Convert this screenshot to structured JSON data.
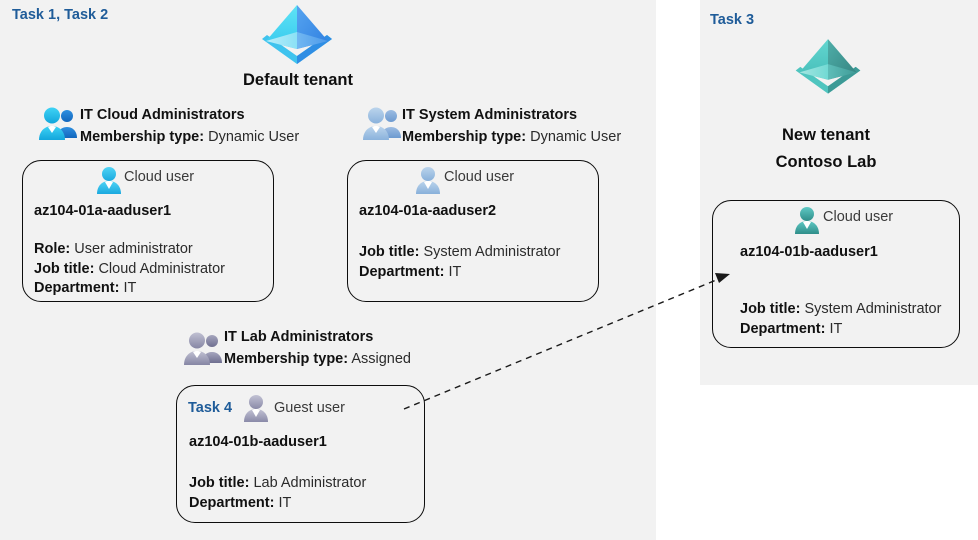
{
  "panels": {
    "left": {
      "task_label": "Task 1, Task 2"
    },
    "right": {
      "task_label": "Task 3"
    }
  },
  "tenants": [
    {
      "id": "default-tenant",
      "icon": "azure-ad-tenant-icon",
      "caption_line1": "Default tenant",
      "caption_line2": "",
      "color_left": "#4FD9F0",
      "color_right": "#3F8FE8"
    },
    {
      "id": "new-tenant",
      "icon": "azure-ad-tenant-icon",
      "caption_line1": "New  tenant",
      "caption_line2": "Contoso Lab",
      "color_left": "#4FCCC8",
      "color_right": "#3E9E9C"
    }
  ],
  "groups": [
    {
      "id": "it-cloud-administrators",
      "icon": "group-users-icon",
      "name": "IT Cloud Administrators",
      "membership_label": "Membership type:",
      "membership_value": "Dynamic User",
      "icon_color": "#1FB6E8"
    },
    {
      "id": "it-system-administrators",
      "icon": "group-users-icon",
      "name": "IT System Administrators",
      "membership_label": "Membership type:",
      "membership_value": "Dynamic User",
      "icon_color": "#9DBDE0"
    },
    {
      "id": "it-lab-administrators",
      "icon": "group-users-icon",
      "name": "IT Lab Administrators",
      "membership_label": "Membership type:",
      "membership_value": "Assigned",
      "icon_color": "#9B9BB5"
    }
  ],
  "users": [
    {
      "id": "az104-01a-aaduser1",
      "task_tag": "",
      "user_type": "Cloud user",
      "icon": "cloud-user-icon",
      "icon_color": "#29C2F0",
      "name": "az104-01a-aaduser1",
      "attributes": [
        {
          "label": "Role:",
          "value": "User administrator"
        },
        {
          "label": "Job title:",
          "value": "Cloud Administrator"
        },
        {
          "label": "Department:",
          "value": "IT"
        }
      ]
    },
    {
      "id": "az104-01a-aaduser2",
      "task_tag": "",
      "user_type": "Cloud user",
      "icon": "cloud-user-icon",
      "icon_color": "#9DBDE0",
      "name": "az104-01a-aaduser2",
      "attributes": [
        {
          "label": "Job title:",
          "value": "System Administrator"
        },
        {
          "label": "Department:",
          "value": "IT"
        }
      ]
    },
    {
      "id": "az104-01b-aaduser1-guest",
      "task_tag": "Task 4",
      "user_type": "Guest user",
      "icon": "guest-user-icon",
      "icon_color": "#9B9BB5",
      "name": "az104-01b-aaduser1",
      "attributes": [
        {
          "label": "Job title:",
          "value": "Lab Administrator"
        },
        {
          "label": "Department:",
          "value": "IT"
        }
      ]
    },
    {
      "id": "az104-01b-aaduser1-cloud",
      "task_tag": "",
      "user_type": "Cloud user",
      "icon": "cloud-user-icon",
      "icon_color": "#3FADA8",
      "name": "az104-01b-aaduser1",
      "attributes": [
        {
          "label": "Job title:",
          "value": "System Administrator"
        },
        {
          "label": "Department:",
          "value": "IT"
        }
      ]
    }
  ],
  "connector": {
    "id": "guest-to-cloud-arrow",
    "style": "dashed",
    "color": "#1a1a1a"
  }
}
